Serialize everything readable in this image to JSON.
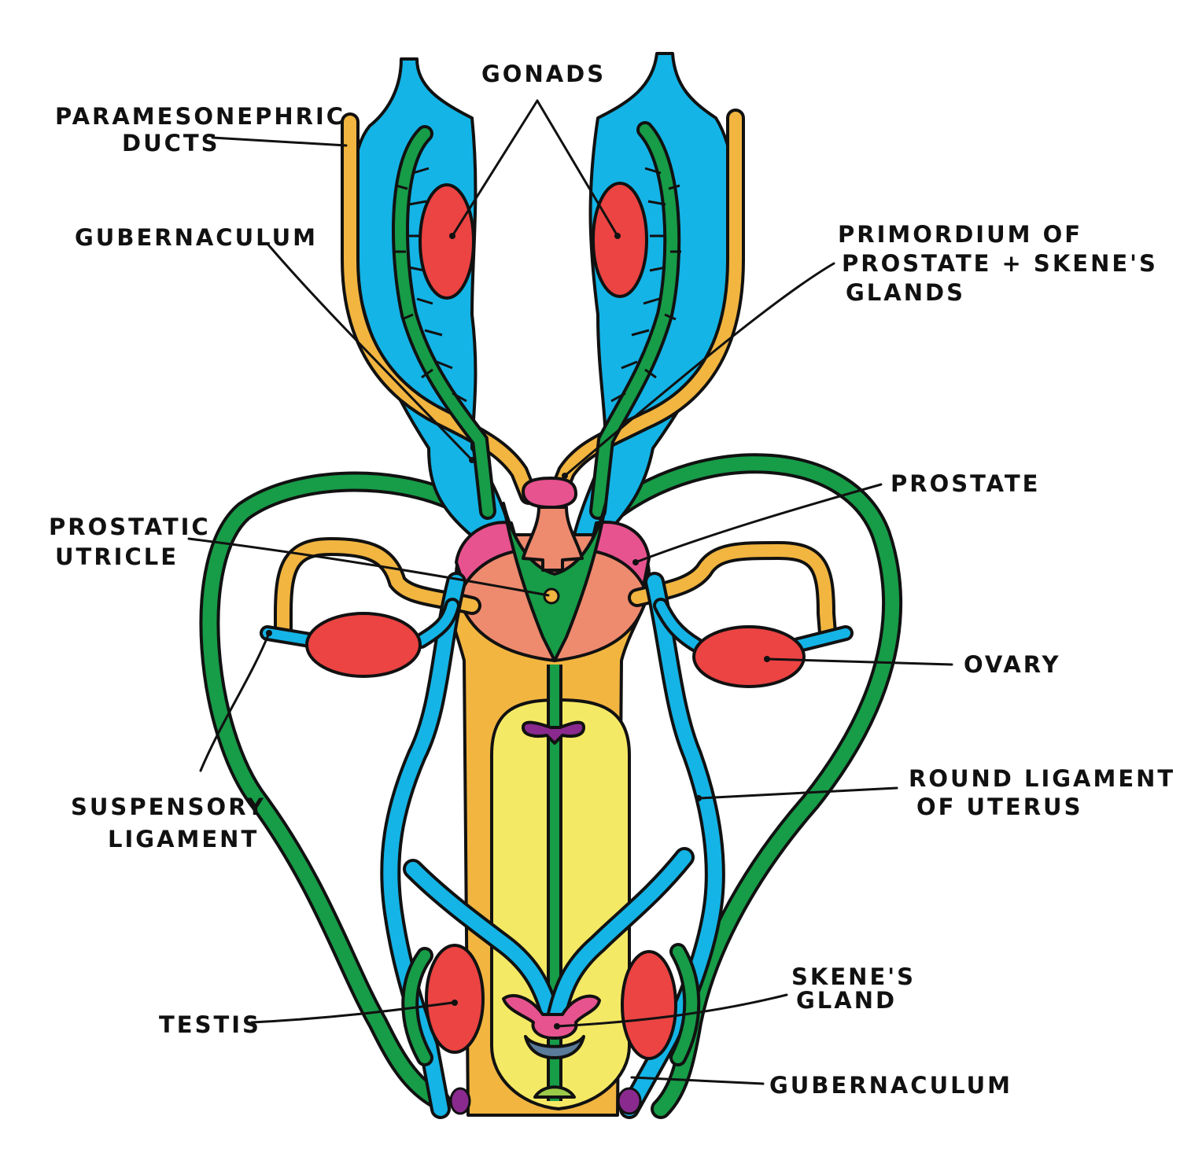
{
  "labels": {
    "gonads": "GONADS",
    "paramesonephric_1": "PARAMESONEPHRIC",
    "paramesonephric_2": "DUCTS",
    "gubernaculum_top": "GUBERNACULUM",
    "primordium_1": "PRIMORDIUM OF",
    "primordium_2": "PROSTATE + SKENE'S",
    "primordium_3": "GLANDS",
    "prostate": "PROSTATE",
    "prostatic_utricle_1": "PROSTATIC",
    "prostatic_utricle_2": "UTRICLE",
    "ovary": "OVARY",
    "suspensory_1": "SUSPENSORY",
    "suspensory_2": "LIGAMENT",
    "round_ligament_1": "ROUND LIGAMENT",
    "round_ligament_2": "OF UTERUS",
    "skenes_1": "SKENE'S",
    "skenes_2": "GLAND",
    "testis": "TESTIS",
    "gubernaculum_bottom": "GUBERNACULUM"
  },
  "colors": {
    "blue": "#14b4e6",
    "green": "#179c48",
    "yellow_orange": "#f2b540",
    "red": "#ec4343",
    "pink": "#e7538f",
    "salmon": "#ee8a6e",
    "light_yellow": "#f4e964",
    "purple": "#8a2a8e",
    "slate": "#5b7b9a"
  }
}
